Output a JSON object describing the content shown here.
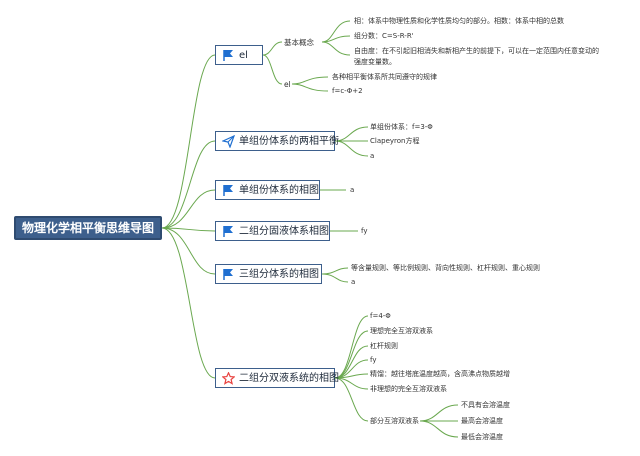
{
  "root": {
    "label": "物理化学相平衡思维导图"
  },
  "branches": [
    {
      "label": "el",
      "icon": "flag-icon"
    },
    {
      "label": "单组份体系的两相平衡",
      "icon": "paper-plane-icon"
    },
    {
      "label": "单组份体系的相图",
      "icon": "flag-icon"
    },
    {
      "label": "二组分固液体系相图",
      "icon": "flag-icon"
    },
    {
      "label": "三组分体系的相图",
      "icon": "flag-icon"
    },
    {
      "label": "二组分双液系统的相图",
      "icon": "star-icon"
    }
  ],
  "b1": {
    "sub1": "基本概念",
    "sub1_items": [
      "相：体系中物理性质和化学性质均匀的部分。相数：体系中相的总数",
      "组分数：C=S-R-R'",
      "自由度：在不引起旧相消失和新相产生的前提下，可以在一定范围内任意变动的",
      "强度变量数。"
    ],
    "sub2": "el",
    "sub2_items": [
      "各种相平衡体系所共同遵守的规律",
      "f=c-Φ+2"
    ]
  },
  "b2": {
    "items": [
      "单组份体系：f=3-Φ",
      "Clapeyron方程",
      "a"
    ]
  },
  "b3": {
    "item": "a"
  },
  "b4": {
    "item": "fy"
  },
  "b5": {
    "items": [
      "等含量规则、等比例规则、背向性规则、杠杆规则、重心规则",
      "a"
    ]
  },
  "b6": {
    "items": [
      "f=4-Φ",
      "理想完全互溶双液系",
      "杠杆规则",
      "fy",
      "精馏：越往塔底温度越高，含高沸点物质越增",
      "非理想的完全互溶双液系"
    ],
    "sub": "部分互溶双液系",
    "sub_items": [
      "不具有会溶温度",
      "最高会溶温度",
      "最低会溶温度"
    ]
  },
  "colors": {
    "root": "#3d5f8c",
    "line": "#6aa84f",
    "border": "#3d5f8c",
    "flag": "#1f6fd1",
    "star": "#e8423f"
  }
}
